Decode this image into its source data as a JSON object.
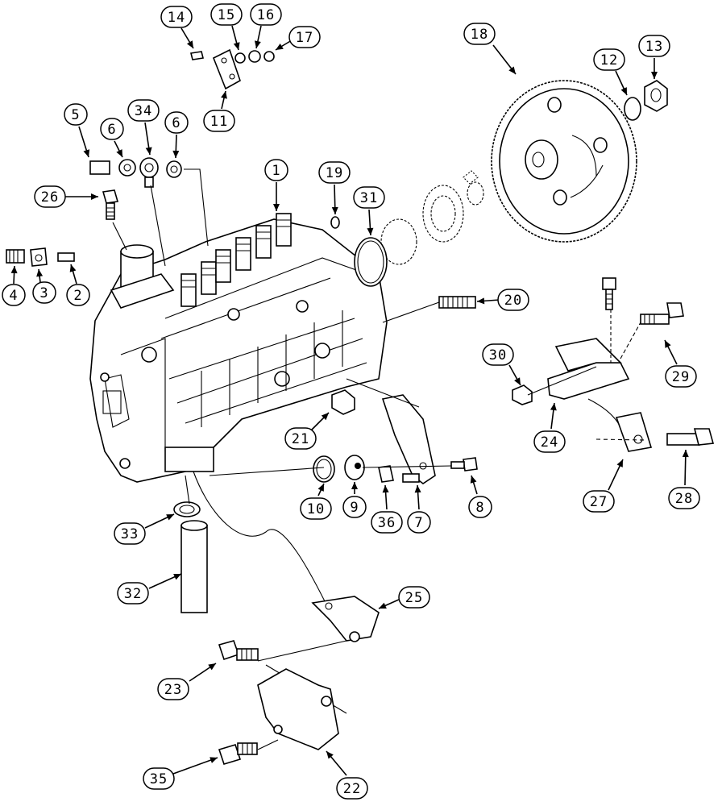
{
  "callouts": [
    {
      "id": "1",
      "text": "1"
    },
    {
      "id": "2",
      "text": "2"
    },
    {
      "id": "3",
      "text": "3"
    },
    {
      "id": "4",
      "text": "4"
    },
    {
      "id": "5",
      "text": "5"
    },
    {
      "id": "6a",
      "text": "6"
    },
    {
      "id": "6b",
      "text": "6"
    },
    {
      "id": "7",
      "text": "7"
    },
    {
      "id": "8",
      "text": "8"
    },
    {
      "id": "9",
      "text": "9"
    },
    {
      "id": "10",
      "text": "10"
    },
    {
      "id": "11",
      "text": "11"
    },
    {
      "id": "12",
      "text": "12"
    },
    {
      "id": "13",
      "text": "13"
    },
    {
      "id": "14",
      "text": "14"
    },
    {
      "id": "15",
      "text": "15"
    },
    {
      "id": "16",
      "text": "16"
    },
    {
      "id": "17",
      "text": "17"
    },
    {
      "id": "18",
      "text": "18"
    },
    {
      "id": "19",
      "text": "19"
    },
    {
      "id": "20",
      "text": "20"
    },
    {
      "id": "21",
      "text": "21"
    },
    {
      "id": "22",
      "text": "22"
    },
    {
      "id": "23",
      "text": "23"
    },
    {
      "id": "24",
      "text": "24"
    },
    {
      "id": "25",
      "text": "25"
    },
    {
      "id": "26",
      "text": "26"
    },
    {
      "id": "27",
      "text": "27"
    },
    {
      "id": "28",
      "text": "28"
    },
    {
      "id": "29",
      "text": "29"
    },
    {
      "id": "30",
      "text": "30"
    },
    {
      "id": "31",
      "text": "31"
    },
    {
      "id": "32",
      "text": "32"
    },
    {
      "id": "33",
      "text": "33"
    },
    {
      "id": "34",
      "text": "34"
    },
    {
      "id": "35",
      "text": "35"
    },
    {
      "id": "36",
      "text": "36"
    }
  ]
}
